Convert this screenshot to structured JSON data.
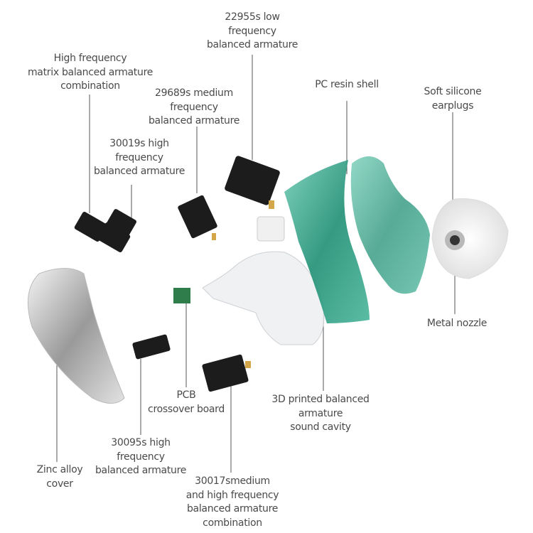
{
  "labels": {
    "low_freq_ba": [
      "22955s low",
      "frequency",
      "balanced armature"
    ],
    "hf_matrix": [
      "High frequency",
      "matrix balanced armature",
      "combination"
    ],
    "mid_freq_ba": [
      "29689s medium",
      "frequency",
      "balanced armature"
    ],
    "hf_30019": [
      "30019s high",
      "frequency",
      "balanced armature"
    ],
    "pc_shell": [
      "PC resin shell"
    ],
    "earplugs": [
      "Soft silicone",
      "earplugs"
    ],
    "nozzle": [
      "Metal nozzle"
    ],
    "cavity": [
      "3D printed balanced",
      "armature",
      "sound cavity"
    ],
    "pcb": [
      "PCB",
      "crossover board"
    ],
    "hf_30095": [
      "30095s high",
      "frequency",
      "balanced armature"
    ],
    "cover": [
      "Zinc alloy",
      "cover"
    ],
    "mhf_30017": [
      "30017smedium",
      "and high frequency",
      "balanced armature",
      "combination"
    ]
  },
  "colors": {
    "shell": "#2f9c83",
    "driver": "#1c1c1c",
    "text": "#4a4a4a",
    "leader": "#555555"
  }
}
